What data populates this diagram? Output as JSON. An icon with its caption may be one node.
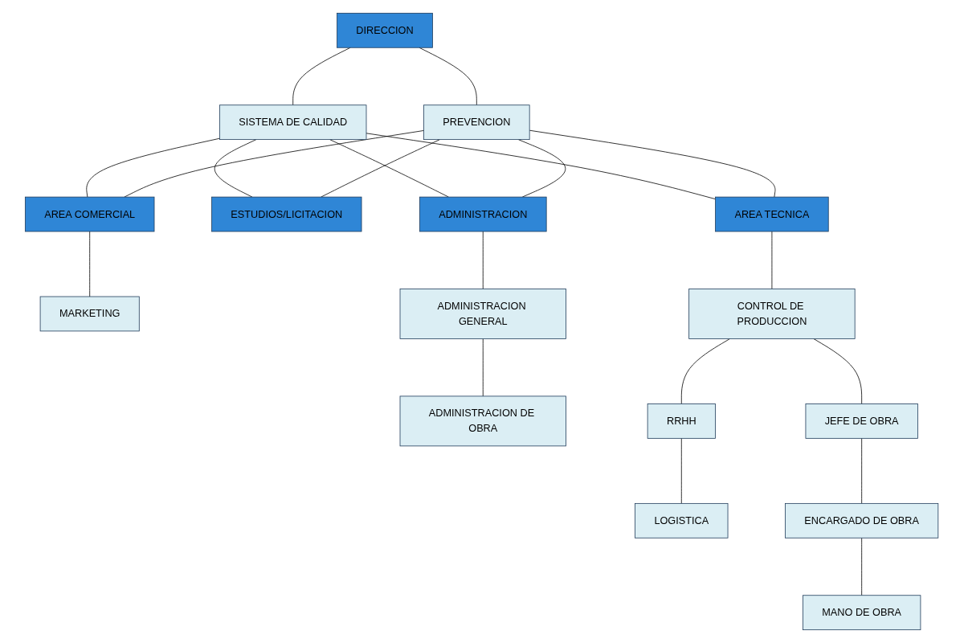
{
  "diagram": {
    "nodes": [
      {
        "text": [
          "DIRECCION"
        ]
      },
      {
        "text": [
          "SISTEMA DE CALIDAD"
        ]
      },
      {
        "text": [
          "PREVENCION"
        ]
      },
      {
        "text": [
          "AREA COMERCIAL"
        ]
      },
      {
        "text": [
          "ESTUDIOS/LICITACION"
        ]
      },
      {
        "text": [
          "AREA TECNICA"
        ]
      },
      {
        "text": [
          "ADMINISTRACION"
        ]
      },
      {
        "text": [
          "MARKETING"
        ]
      },
      {
        "text": [
          "CONTROL DE PRODUCCION"
        ]
      },
      {
        "text": [
          "ADMINISTRACION GENERAL"
        ]
      },
      {
        "text": [
          "ADMINISTRACION DE OBRA"
        ]
      },
      {
        "text": [
          "RRHH"
        ]
      },
      {
        "text": [
          "JEFE DE OBRA"
        ]
      },
      {
        "text": [
          "LOGISTICA"
        ]
      },
      {
        "text": [
          "ENCARGADO DE OBRA"
        ]
      },
      {
        "text": [
          "MANO DE OBRA"
        ]
      }
    ],
    "edges": [
      {
        "from": 0,
        "to": 1,
        "arrow": "none"
      },
      {
        "from": 0,
        "to": 2,
        "arrow": "none"
      },
      {
        "from": 1,
        "to": 3,
        "arrow": "none"
      },
      {
        "from": 1,
        "to": 4,
        "arrow": "none"
      },
      {
        "from": 1,
        "to": 5,
        "arrow": "none"
      },
      {
        "from": 1,
        "to": 6,
        "arrow": "none"
      },
      {
        "from": 2,
        "to": 3,
        "arrow": "none"
      },
      {
        "from": 2,
        "to": 4,
        "arrow": "none"
      },
      {
        "from": 2,
        "to": 5,
        "arrow": "none"
      },
      {
        "from": 2,
        "to": 6,
        "arrow": "none"
      },
      {
        "from": 3,
        "to": 7,
        "arrow": "none"
      },
      {
        "from": 5,
        "to": 8,
        "arrow": "none"
      },
      {
        "from": 6,
        "to": 9,
        "arrow": "none"
      },
      {
        "from": 9,
        "to": 10,
        "arrow": "none"
      },
      {
        "from": 8,
        "to": 11,
        "arrow": "none"
      },
      {
        "from": 8,
        "to": 12,
        "arrow": "none"
      },
      {
        "from": 11,
        "to": 13,
        "arrow": "none"
      },
      {
        "from": 12,
        "to": 14,
        "arrow": "none"
      },
      {
        "from": 14,
        "to": 15,
        "arrow": "none"
      }
    ]
  }
}
